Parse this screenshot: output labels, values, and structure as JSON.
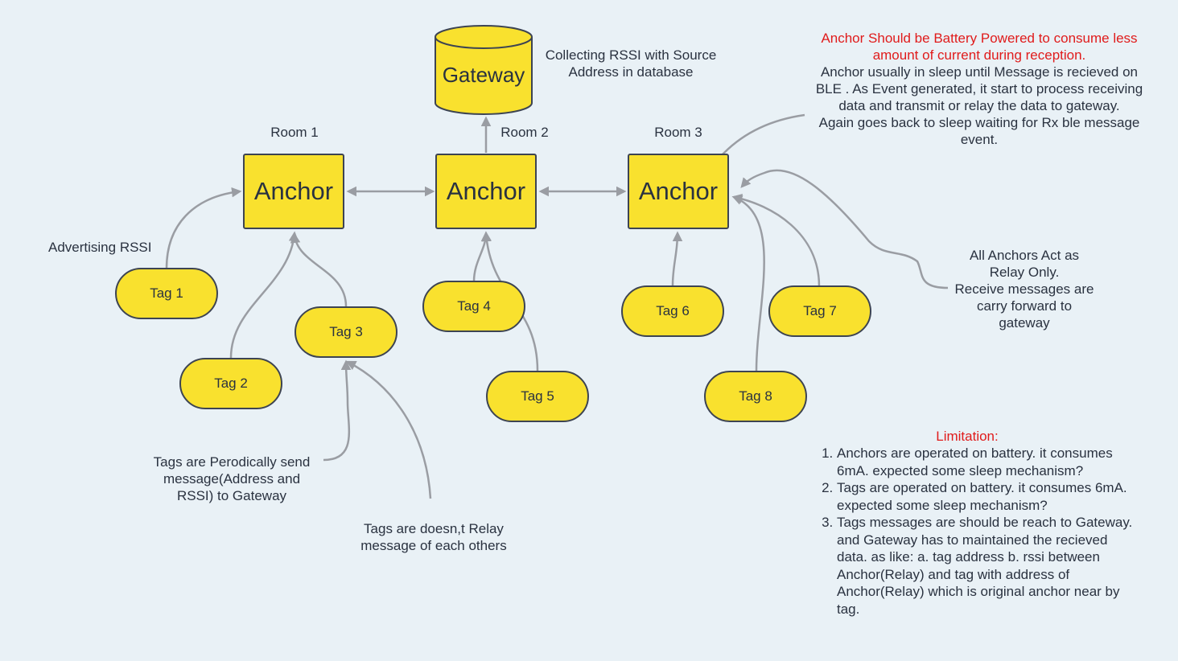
{
  "gateway": {
    "label": "Gateway",
    "note": [
      "Collecting RSSI with Source",
      "Address in database"
    ]
  },
  "rooms": [
    "Room 1",
    "Room 2",
    "Room 3"
  ],
  "anchors": [
    "Anchor",
    "Anchor",
    "Anchor"
  ],
  "tags": [
    "Tag 1",
    "Tag 2",
    "Tag 3",
    "Tag 4",
    "Tag 5",
    "Tag 6",
    "Tag 7",
    "Tag 8"
  ],
  "notes": {
    "advertising": "Advertising RSSI",
    "periodic": [
      "Tags are Perodically send",
      "message(Address and",
      "RSSI) to Gateway"
    ],
    "no_relay": [
      "Tags are doesn,t Relay",
      "message of each others"
    ],
    "relay_only": [
      "All Anchors Act as",
      "Relay Only.",
      "Receive messages are",
      "carry forward to",
      "gateway"
    ],
    "battery_title": [
      "Anchor Should be Battery Powered to consume less",
      "amount of current during reception."
    ],
    "battery_body": [
      "Anchor  usually in sleep until Message is recieved on",
      "BLE . As Event generated, it start to process receiving",
      "data and transmit or relay the data to gateway.",
      "Again goes back to sleep waiting for Rx ble message",
      "event."
    ]
  },
  "limitation": {
    "title": "Limitation:",
    "items": [
      "Anchors are operated on battery. it consumes 6mA. expected some sleep mechanism?",
      "Tags are operated on battery. it consumes 6mA. expected some sleep mechanism?",
      " Tags messages are should be reach to Gateway. and Gateway has to maintained the recieved data. as like: a. tag address b. rssi between Anchor(Relay) and tag with address of Anchor(Relay) which is original anchor near by tag."
    ]
  },
  "colors": {
    "node_fill": "#f9e12e",
    "node_border": "#3d4452",
    "arrow": "#9a9da3",
    "background": "#e9f1f6",
    "warning_text": "#e01b1b"
  }
}
